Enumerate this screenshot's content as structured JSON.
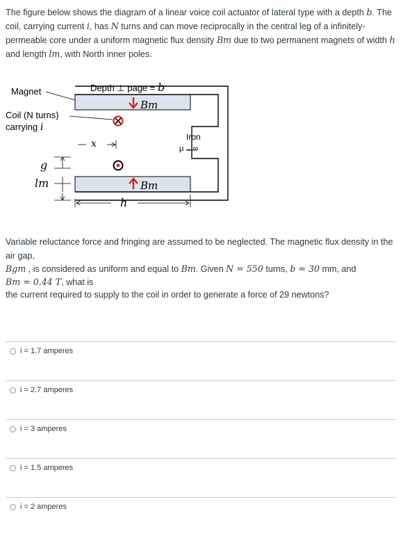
{
  "question": {
    "p1": {
      "a": "The figure below shows the diagram of a linear voice coil actuator of lateral type with a depth ",
      "b": "b",
      "c": ". The coil, carrying current ",
      "i": "i",
      "d": ", has ",
      "N": "N",
      "e": " turns and can move reciprocally in the central leg of a infinitely-permeable core under a uniform magnetic flux density ",
      "Bm": "Bm",
      "f": " due to two permanent magnets of width ",
      "h": "h",
      "g": " and length ",
      "lm": "lm",
      "k": ", with North inner poles."
    },
    "p2": "Variable reluctance force and fringing are assumed to be neglected. The magnetic flux density in the air gap,",
    "p3": {
      "Bgm": "Bgm",
      "a": " , is considered as uniform and equal to ",
      "Bm": "Bm",
      "b": ". Given ",
      "Neq": "N = 550",
      "c": " turns, ",
      "beq": "b = 30",
      "d": " mm, and"
    },
    "p4": {
      "Bm": "Bm",
      "eq": " = 0.44 T",
      "a": ", what is"
    },
    "p5": "the current required to supply to the coil in order to generate a force of 29 newtons?"
  },
  "figure": {
    "magnet": "Magnet",
    "coil1": "Coil (N turns)",
    "coil2": "carrying",
    "coil_i": "i",
    "depth": "Depth ⊥ page =",
    "depth_b": "b",
    "bm_top": "Bm",
    "bm_bottom": "Bm",
    "x": "x",
    "iron": "Iron",
    "mu": "μ→∞",
    "g": "g",
    "lm": "lm",
    "h": "h"
  },
  "options": [
    {
      "label": "i = 1.7 amperes"
    },
    {
      "label": "i = 2.7 amperes"
    },
    {
      "label": "i = 3 amperes"
    },
    {
      "label": "i = 1.5 amperes"
    },
    {
      "label": "i = 2 amperes"
    }
  ],
  "colors": {
    "text": "#2d3b45",
    "magnet_fill": "#dbe3ef",
    "arrow_red": "#e02020",
    "divider": "#c7cdd1"
  }
}
